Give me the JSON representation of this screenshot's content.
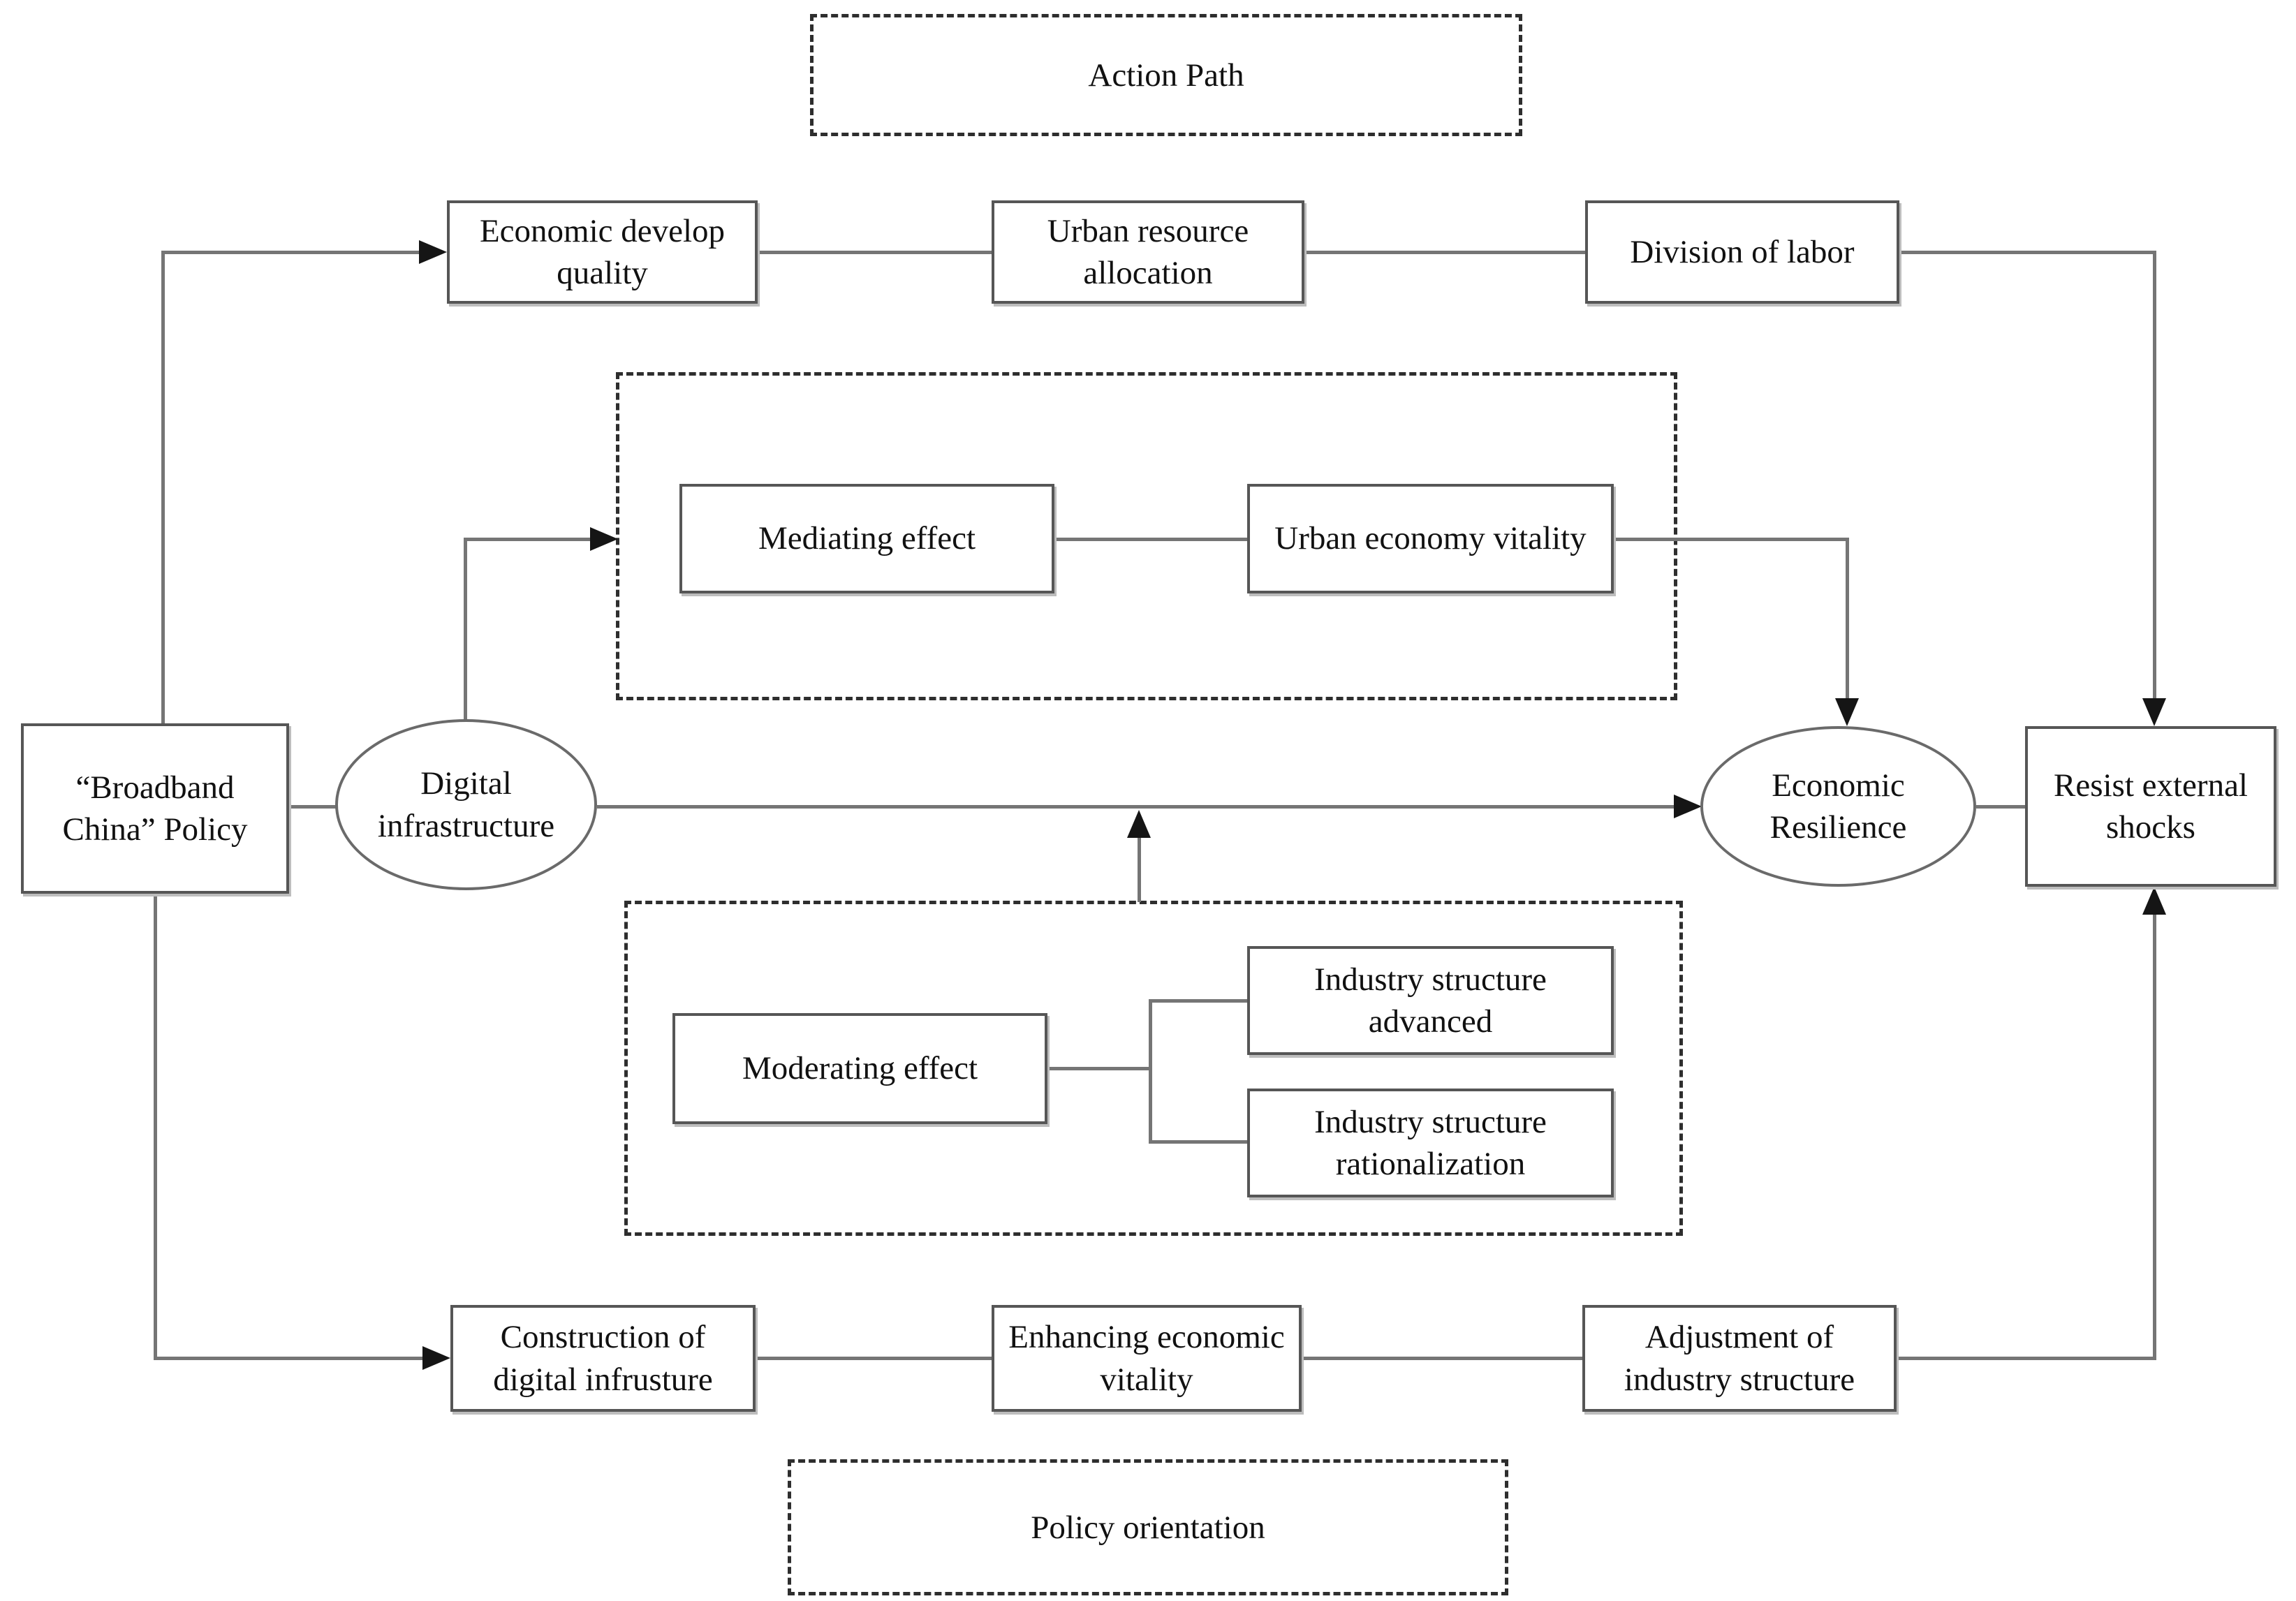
{
  "diagram": {
    "groups": {
      "action_path": "Action Path",
      "policy_orientation": "Policy orientation"
    },
    "nodes": {
      "broadband_china_policy": "“Broadband China” Policy",
      "digital_infrastructure": "Digital infrastructure",
      "economic_develop_quality": "Economic develop quality",
      "urban_resource_allocation": "Urban resource allocation",
      "division_of_labor": "Division of labor",
      "mediating_effect": "Mediating effect",
      "urban_economy_vitality": "Urban economy vitality",
      "moderating_effect": "Moderating effect",
      "industry_structure_advanced": "Industry structure advanced",
      "industry_structure_rationalization": "Industry structure rationalization",
      "economic_resilience": "Economic Resilience",
      "resist_external_shocks": "Resist external shocks",
      "construction_of_digital_infrusture": "Construction of digital infrusture",
      "enhancing_economic_vitality": "Enhancing economic vitality",
      "adjustment_of_industry_structure": "Adjustment of industry structure"
    },
    "colors": {
      "line": "#757575",
      "arrowhead": "#151515",
      "box_border": "#565656",
      "dashed_border": "#2e2e2e",
      "text": "#111111",
      "background": "#ffffff"
    }
  }
}
